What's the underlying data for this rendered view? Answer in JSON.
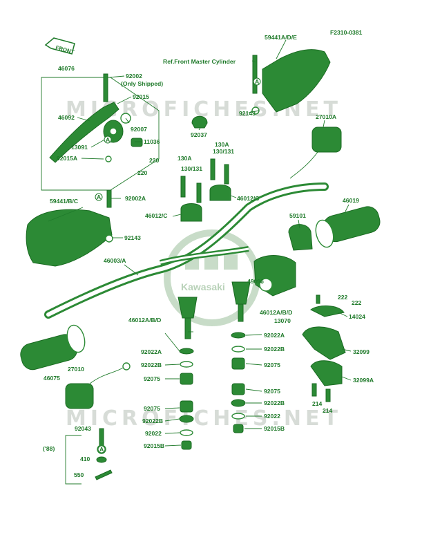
{
  "diagram": {
    "figure_code": "F2310-0381",
    "front_label": "FRONT",
    "note_ref": "Ref.Front Master Cylinder",
    "watermark": "MICROFICHES.NET",
    "brand_mark": "Kawasaki",
    "colors": {
      "ink": "#1f7a2a",
      "fill": "#2c8a35",
      "watermark": "#d7dcd7"
    },
    "labels": {
      "l46076": "46076",
      "l92002": "92002",
      "l92002_note": "(Only Shipped)",
      "l92015": "92015",
      "l46092": "46092",
      "l92007": "92007",
      "l13091": "13091",
      "l11036": "11036",
      "l92015A": "92015A",
      "l220a": "220",
      "l220b": "220",
      "l59441ADE": "59441A/D/E",
      "l92143a": "92143",
      "l92037": "92037",
      "l27010A": "27010A",
      "l130Aa": "130A",
      "l130Ab": "130A",
      "l130131a": "130/131",
      "l130131b": "130/131",
      "l46012C_a": "46012/C",
      "l46012C_b": "46012/C",
      "l59441BC": "59441/B/C",
      "l92002A": "92002A",
      "l92143b": "92143",
      "l59101": "59101",
      "l46019": "46019",
      "l46003A": "46003/A",
      "l49006": "49006",
      "l222a": "222",
      "l222b": "222",
      "l46012ABD_r": "46012A/B/D",
      "l13070": "13070",
      "l14024": "14024",
      "l46012ABD_l": "46012A/B/D",
      "l32099": "32099",
      "l32099A": "32099A",
      "l92022A_l": "92022A",
      "l92022A_r": "92022A",
      "l92022B_l1": "92022B",
      "l92022B_r1": "92022B",
      "l92075_l1": "92075",
      "l92075_r1": "92075",
      "l46075": "46075",
      "l27010": "27010",
      "l214a": "214",
      "l214b": "214",
      "l92075_r2": "92075",
      "l92022B_r2": "92022B",
      "l92075_l2": "92075",
      "l92022B_l2": "92022B",
      "l92022_r": "92022",
      "l92043": "92043",
      "l92022_l": "92022",
      "l92015B_r": "92015B",
      "l88": "('88)",
      "l92015B_l": "92015B",
      "l410": "410",
      "l550": "550",
      "a1": "A",
      "a2": "A",
      "a3": "A",
      "a4": "A"
    }
  }
}
